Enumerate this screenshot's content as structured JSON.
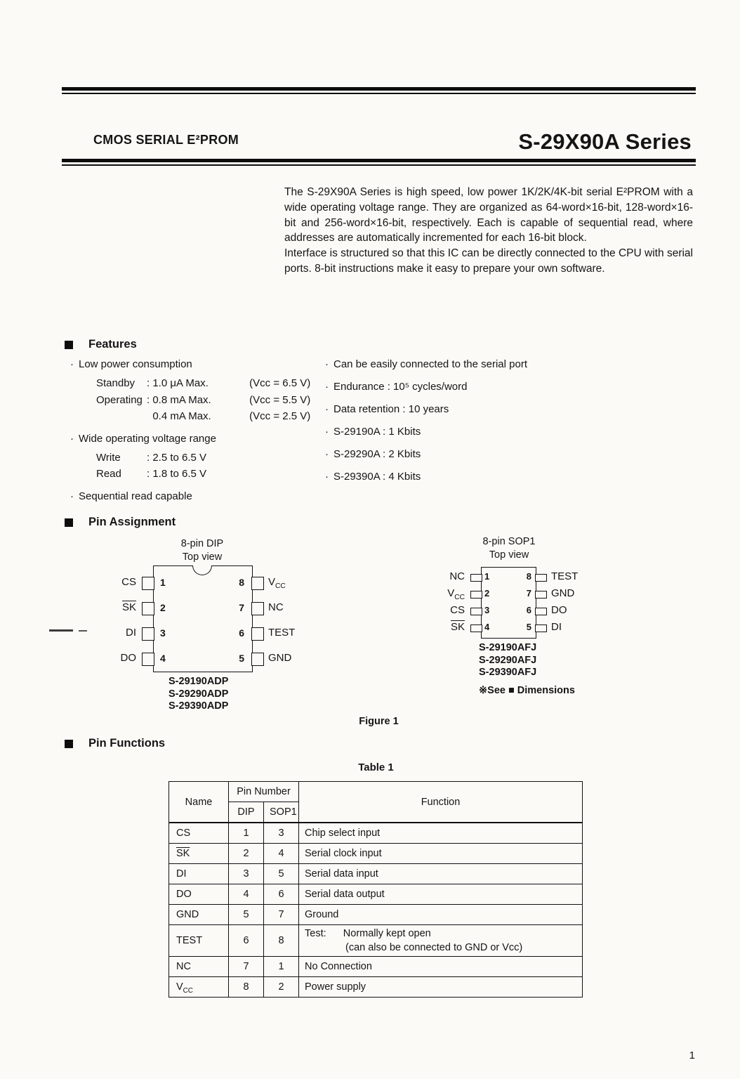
{
  "page": {
    "number": "1"
  },
  "header": {
    "doc_type": "CMOS SERIAL E²PROM",
    "title": "S-29X90A Series"
  },
  "intro": {
    "paragraphs": [
      "The S-29X90A Series is high speed, low power 1K/2K/4K-bit serial E²PROM with a wide operating voltage range.  They are organized as 64-word×16-bit, 128-word×16-bit and 256-word×16-bit, respectively. Each is capable of sequential read, where addresses are automatically incremented for each 16-bit block.",
      "Interface is structured so that this IC can be directly connected to the CPU with serial ports.  8-bit instructions make it easy to prepare your own software."
    ]
  },
  "features": {
    "heading": "Features",
    "left": [
      {
        "bullet": "Low power consumption",
        "details": [
          {
            "label": "Standby",
            "value": ": 1.0 μA Max.",
            "extra": " (Vcc = 6.5 V)"
          },
          {
            "label": "Operating",
            "value": ": 0.8 mA Max.",
            "extra": " (Vcc = 5.5 V)"
          },
          {
            "label": "",
            "value": "  0.4 mA Max.",
            "extra": " (Vcc = 2.5 V)"
          }
        ]
      },
      {
        "bullet": "Wide operating voltage range",
        "details": [
          {
            "label": "Write",
            "value": ": 2.5 to 6.5 V",
            "extra": ""
          },
          {
            "label": "Read",
            "value": ": 1.8 to 6.5 V",
            "extra": ""
          }
        ]
      },
      {
        "bullet": "Sequential read capable",
        "details": []
      }
    ],
    "right": [
      "Can be easily connected to the serial port",
      "Endurance : 10⁵ cycles/word",
      "Data retention : 10 years",
      "S-29190A : 1 Kbits",
      "S-29290A : 2 Kbits",
      "S-29390A : 4 Kbits"
    ]
  },
  "pin_assignment": {
    "heading": "Pin Assignment",
    "figure_caption": "Figure 1",
    "dip": {
      "title": "8-pin DIP",
      "subtitle": "Top view",
      "left_pins": [
        {
          "num": "1",
          "base": "CS"
        },
        {
          "num": "2",
          "base": "SK",
          "bar": true
        },
        {
          "num": "3",
          "base": "DI"
        },
        {
          "num": "4",
          "base": "DO"
        }
      ],
      "right_pins": [
        {
          "num": "8",
          "base": "V",
          "sub": "CC"
        },
        {
          "num": "7",
          "base": "NC"
        },
        {
          "num": "6",
          "base": "TEST"
        },
        {
          "num": "5",
          "base": "GND"
        }
      ],
      "part_numbers": [
        "S-29190ADP",
        "S-29290ADP",
        "S-29390ADP"
      ]
    },
    "sop": {
      "title": "8-pin SOP1",
      "subtitle": "Top view",
      "left_pins": [
        {
          "num": "1",
          "base": "NC"
        },
        {
          "num": "2",
          "base": "V",
          "sub": "CC"
        },
        {
          "num": "3",
          "base": "CS"
        },
        {
          "num": "4",
          "base": "SK",
          "bar": true
        }
      ],
      "right_pins": [
        {
          "num": "8",
          "base": "TEST"
        },
        {
          "num": "7",
          "base": "GND"
        },
        {
          "num": "6",
          "base": "DO"
        },
        {
          "num": "5",
          "base": "DI"
        }
      ],
      "part_numbers": [
        "S-29190AFJ",
        "S-29290AFJ",
        "S-29390AFJ"
      ],
      "note": "※See ■ Dimensions"
    }
  },
  "pin_functions": {
    "heading": "Pin Functions",
    "table_caption": "Table 1",
    "table": {
      "headers": {
        "name": "Name",
        "pin_number": "Pin Number",
        "dip": "DIP",
        "sop1": "SOP1",
        "function": "Function"
      },
      "rows": [
        {
          "name": {
            "base": "CS"
          },
          "dip": "1",
          "sop1": "3",
          "function_lines": [
            "Chip select input"
          ]
        },
        {
          "name": {
            "base": "SK",
            "bar": true
          },
          "dip": "2",
          "sop1": "4",
          "function_lines": [
            "Serial clock input"
          ]
        },
        {
          "name": {
            "base": "DI"
          },
          "dip": "3",
          "sop1": "5",
          "function_lines": [
            "Serial data input"
          ]
        },
        {
          "name": {
            "base": "DO"
          },
          "dip": "4",
          "sop1": "6",
          "function_lines": [
            "Serial data output"
          ]
        },
        {
          "name": {
            "base": "GND"
          },
          "dip": "5",
          "sop1": "7",
          "function_lines": [
            "Ground"
          ]
        },
        {
          "name": {
            "base": "TEST"
          },
          "dip": "6",
          "sop1": "8",
          "function_lines": [
            "Test:      Normally kept open",
            "(can also be connected to GND or Vcc)"
          ]
        },
        {
          "name": {
            "base": "NC"
          },
          "dip": "7",
          "sop1": "1",
          "function_lines": [
            "No Connection"
          ]
        },
        {
          "name": {
            "base": "V",
            "sub": "CC"
          },
          "dip": "8",
          "sop1": "2",
          "function_lines": [
            "Power supply"
          ]
        }
      ]
    }
  }
}
